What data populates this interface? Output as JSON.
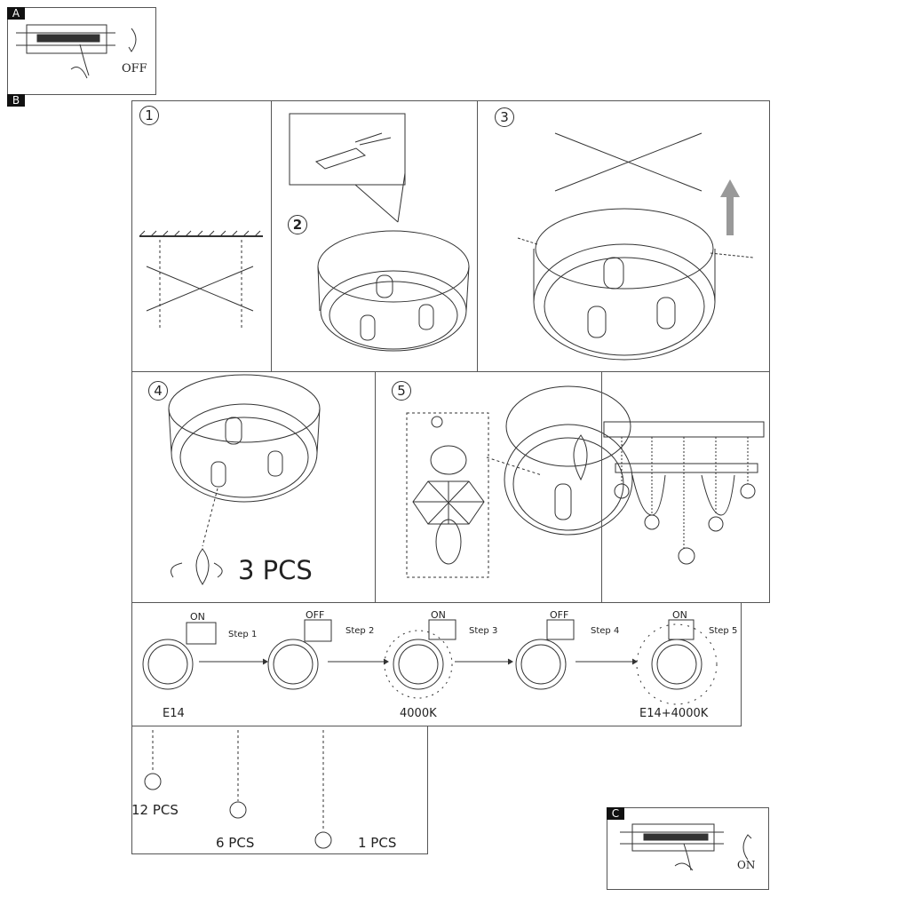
{
  "labels": {
    "a": "A",
    "b": "B",
    "c": "C"
  },
  "panel_a": {
    "text": "OFF"
  },
  "panel_c": {
    "text": "ON"
  },
  "steps_numbers": [
    "1",
    "2",
    "3",
    "4",
    "5"
  ],
  "step4": {
    "qty": "3 PCS"
  },
  "sequence": [
    {
      "switch": "ON",
      "label": "Step 1"
    },
    {
      "switch": "OFF",
      "label": "Step 2"
    },
    {
      "switch": "ON",
      "label": "Step 3"
    },
    {
      "switch": "OFF",
      "label": "Step 4"
    },
    {
      "switch": "ON",
      "label": "Step 5"
    }
  ],
  "modes": [
    "E14",
    "4000K",
    "E14+4000K"
  ],
  "pendants": [
    "12 PCS",
    "6 PCS",
    "1 PCS"
  ]
}
